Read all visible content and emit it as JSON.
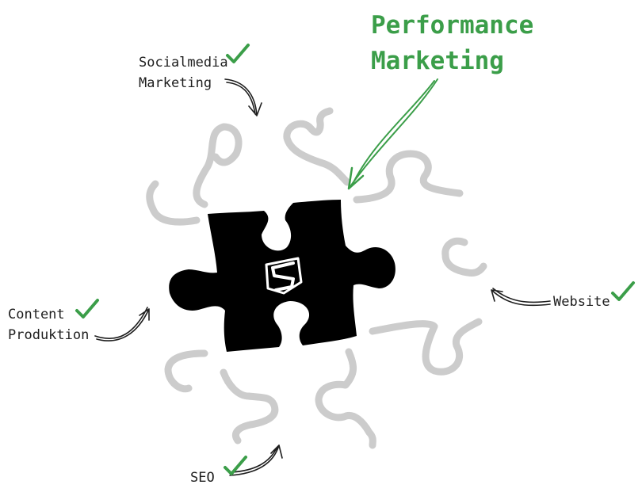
{
  "title": {
    "line1": "Performance",
    "line2": "Marketing"
  },
  "labels": {
    "social_line1": "Socialmedia",
    "social_line2": "Marketing",
    "content_line1": "Content",
    "content_line2": "Produktion",
    "website": "Website",
    "seo": "SEO"
  },
  "colors": {
    "accent_green": "#3b9e49",
    "puzzle_black": "#000000",
    "puzzle_outline_gray": "#cccccc",
    "text": "#1e1e1e",
    "logo_white": "#ffffff"
  },
  "icons": {
    "check": "check-icon",
    "arrow": "curved-arrow-icon",
    "logo": "shield-s-logo-icon"
  }
}
